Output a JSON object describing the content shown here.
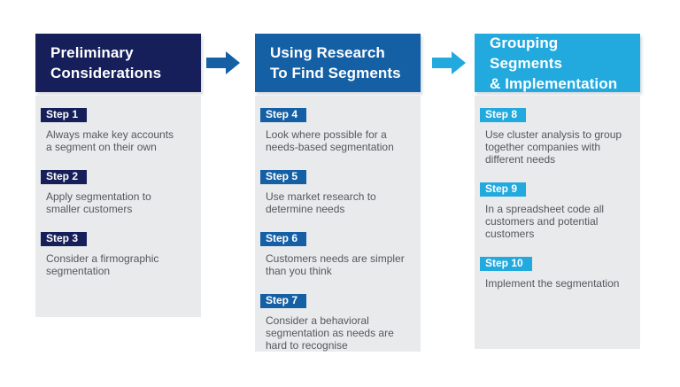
{
  "diagram": {
    "colors": {
      "navy": "#161f5a",
      "blue": "#1560a5",
      "cyan": "#22a9de",
      "panel": "#e8eaec",
      "body_text": "#55585c"
    },
    "columns": [
      {
        "id": "preliminary-considerations",
        "title_lines": [
          "Preliminary",
          "Considerations"
        ],
        "steps": [
          {
            "label": "Step 1",
            "lines": [
              "Always make key accounts",
              "a segment on their own"
            ]
          },
          {
            "label": "Step 2",
            "lines": [
              "Apply segmentation to",
              "smaller customers"
            ]
          },
          {
            "label": "Step 3",
            "lines": [
              "Consider a firmographic",
              "segmentation"
            ]
          }
        ]
      },
      {
        "id": "using-research-to-find-segments",
        "title_lines": [
          "Using Research",
          "To Find Segments"
        ],
        "steps": [
          {
            "label": "Step 4",
            "lines": [
              "Look where possible for a",
              "needs-based segmentation"
            ]
          },
          {
            "label": "Step 5",
            "lines": [
              "Use market research to",
              "determine needs"
            ]
          },
          {
            "label": "Step 6",
            "lines": [
              "Customers needs are simpler",
              "than you think"
            ]
          },
          {
            "label": "Step 7",
            "lines": [
              "Consider a behavioral",
              "segmentation as needs are",
              "hard to recognise"
            ]
          }
        ]
      },
      {
        "id": "grouping-segments-implementation",
        "title_lines": [
          "Grouping Segments",
          "& Implementation"
        ],
        "steps": [
          {
            "label": "Step 8",
            "lines": [
              "Use cluster analysis to group",
              "together companies with",
              "different needs"
            ]
          },
          {
            "label": "Step 9",
            "lines": [
              "In a spreadsheet code all",
              "customers and potential",
              "customers"
            ]
          },
          {
            "label": "Step 10",
            "lines": [
              "Implement the segmentation"
            ]
          }
        ]
      }
    ]
  }
}
